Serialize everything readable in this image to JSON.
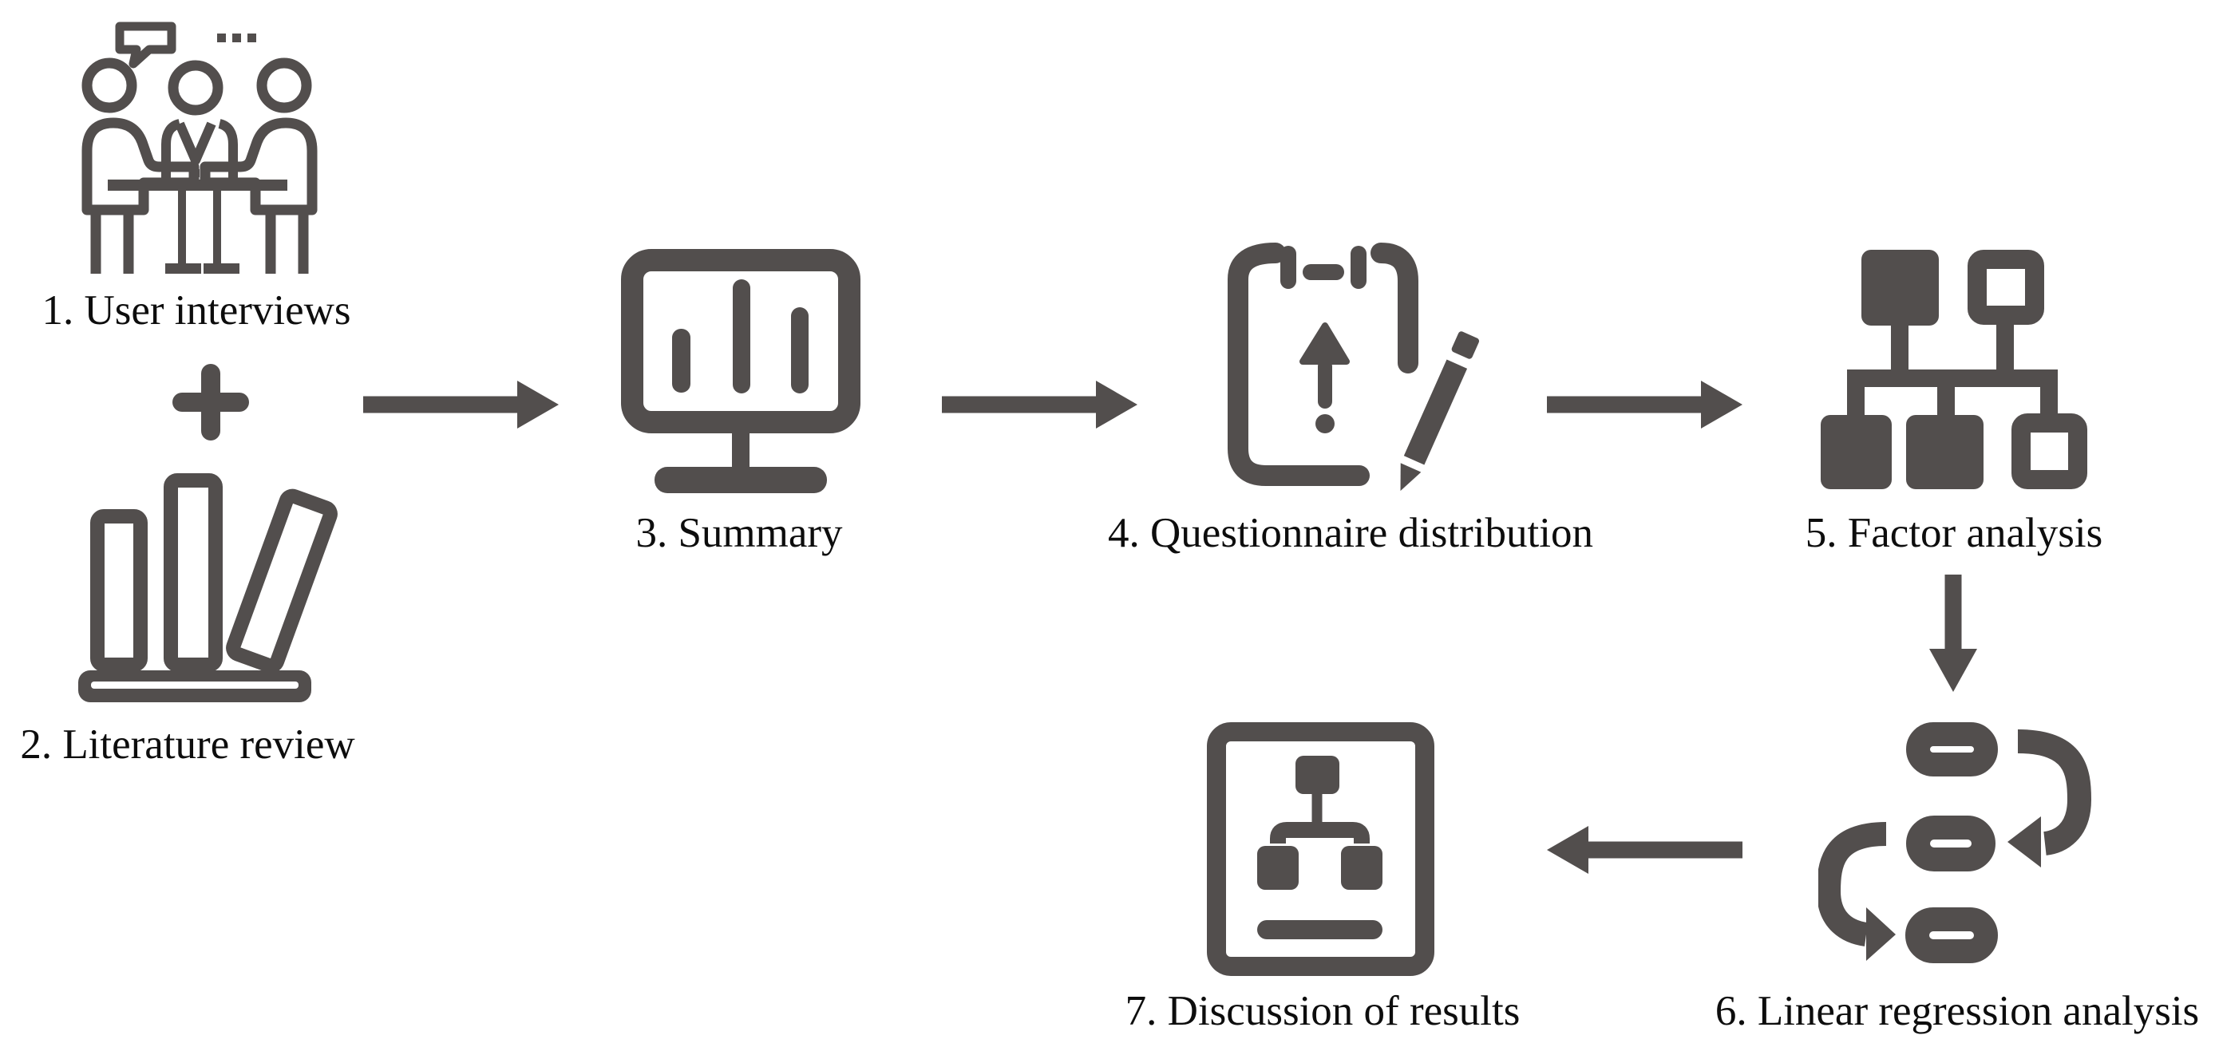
{
  "diagram": {
    "steps": [
      {
        "label": "1. User interviews",
        "icon": "user-interviews-meeting"
      },
      {
        "label": "2. Literature review",
        "icon": "books-on-shelf"
      },
      {
        "label": "3. Summary",
        "icon": "monitor-bar-chart"
      },
      {
        "label": "4. Questionnaire distribution",
        "icon": "clipboard-upload-pencil"
      },
      {
        "label": "5. Factor analysis",
        "icon": "hierarchy-squares"
      },
      {
        "label": "6. Linear regression analysis",
        "icon": "iterative-sequence-arrows"
      },
      {
        "label": "7. Discussion of results",
        "icon": "document-diagram"
      }
    ],
    "plus_symbol": "+",
    "arrows": [
      {
        "from": "steps 1+2",
        "to": "step 3",
        "direction": "right"
      },
      {
        "from": "step 3",
        "to": "step 4",
        "direction": "right"
      },
      {
        "from": "step 4",
        "to": "step 5",
        "direction": "right"
      },
      {
        "from": "step 5",
        "to": "step 6",
        "direction": "down"
      },
      {
        "from": "step 6",
        "to": "step 7",
        "direction": "left"
      }
    ]
  },
  "colors": {
    "icon": "#524E4D",
    "text": "#0D0D0D",
    "background": "#FFFFFF"
  }
}
